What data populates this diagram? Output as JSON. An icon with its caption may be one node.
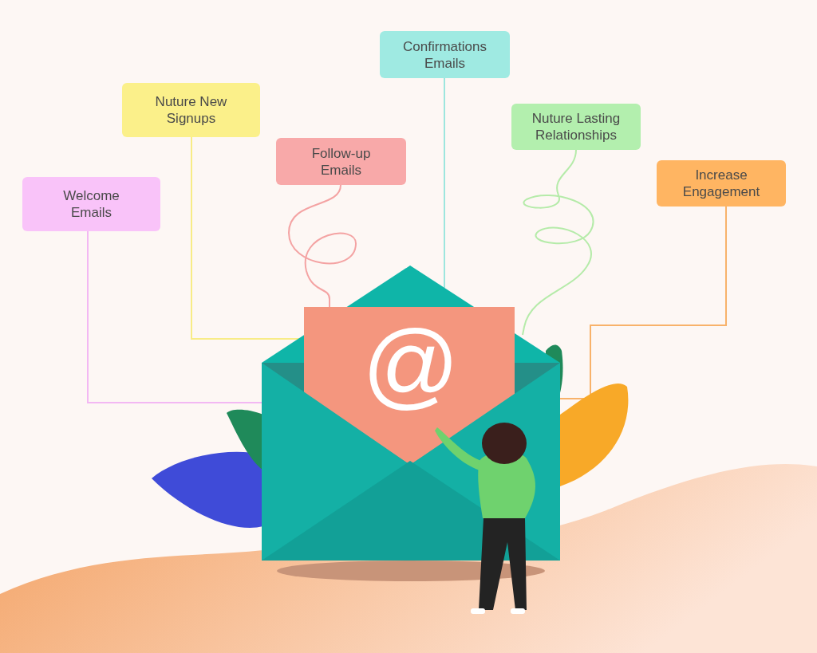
{
  "diagram": {
    "nodes": [
      {
        "text": [
          "Welcome Emails"
        ]
      },
      {
        "text": [
          "Nuture New Signups"
        ]
      },
      {
        "text": [
          "Follow-up Emails"
        ]
      },
      {
        "text": [
          "Confirmations Emails"
        ]
      },
      {
        "text": [
          "Nuture Lasting Relationships"
        ]
      },
      {
        "text": [
          "Increase Engagement"
        ]
      },
      {
        "text": [
          "@"
        ]
      }
    ],
    "edges": [
      {
        "from": 0,
        "to": 6,
        "arrow": "none",
        "color": "#f3b8f3"
      },
      {
        "from": 1,
        "to": 6,
        "arrow": "none",
        "color": "#f8ec86"
      },
      {
        "from": 2,
        "to": 6,
        "arrow": "none",
        "color": "#f4a3a3"
      },
      {
        "from": 3,
        "to": 6,
        "arrow": "none",
        "color": "#9de6de"
      },
      {
        "from": 4,
        "to": 6,
        "arrow": "none",
        "color": "#b5eba9"
      },
      {
        "from": 5,
        "to": 6,
        "arrow": "none",
        "color": "#f8b26a"
      }
    ]
  }
}
